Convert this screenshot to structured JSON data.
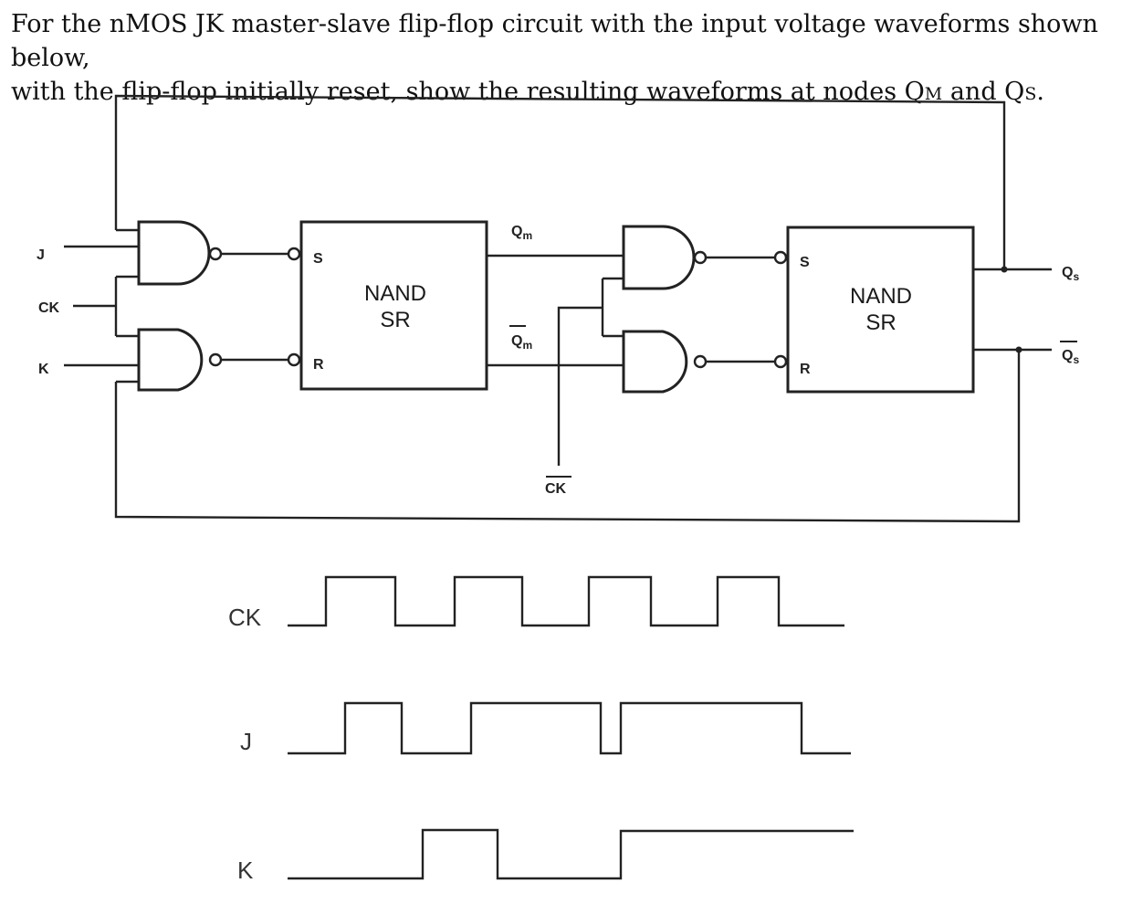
{
  "question": {
    "line1": "For the nMOS JK master-slave flip-flop circuit with the input voltage waveforms shown below,",
    "line2_pre": "with the flip-flop initially reset, show the resulting waveforms at nodes Q",
    "line2_sub1": "M",
    "line2_mid": " and Q",
    "line2_sub2": "S",
    "line2_post": "."
  },
  "circuit": {
    "inputs": {
      "j": "J",
      "ck": "CK",
      "k": "K"
    },
    "master": {
      "title": "NAND",
      "subtitle": "SR",
      "s": "S",
      "r": "R"
    },
    "slave": {
      "title": "NAND",
      "subtitle": "SR",
      "s": "S",
      "r": "R"
    },
    "qm": "Q",
    "qm_sub": "m",
    "qm_bar": "Q",
    "qm_bar_sub": "m",
    "ck_bar": "CK",
    "qs": "Q",
    "qs_sub": "s",
    "qs_bar": "Q",
    "qs_bar_sub": "s"
  },
  "waveforms": {
    "ck_label": "CK",
    "j_label": "J",
    "k_label": "K"
  }
}
